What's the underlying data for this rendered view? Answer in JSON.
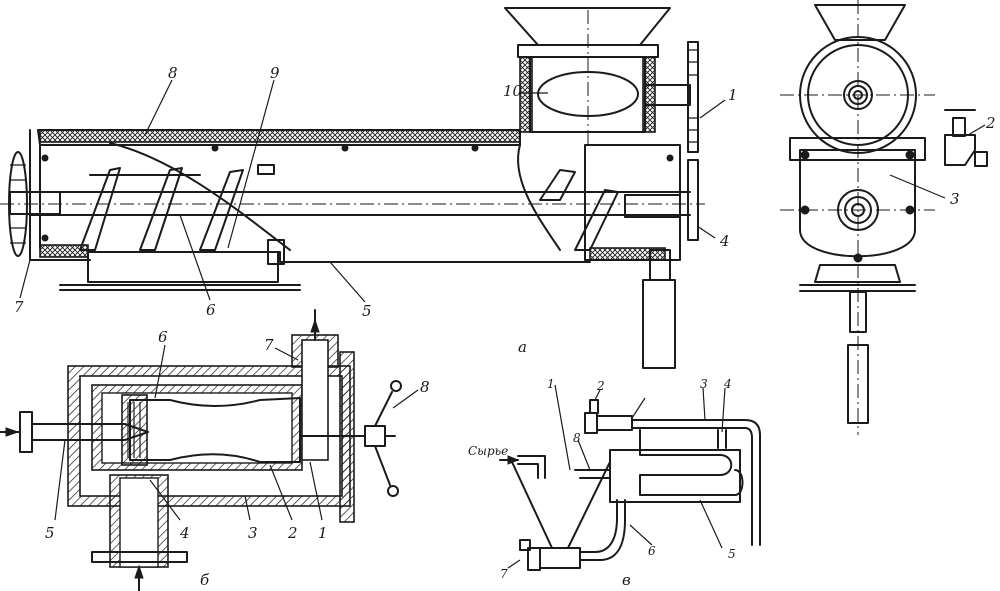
{
  "figure_a": {
    "caption": "а",
    "labels": {
      "n1": "1",
      "n2": "2",
      "n3": "3",
      "n4": "4",
      "n5": "5",
      "n6": "6",
      "n7": "7",
      "n8": "8",
      "n9": "9",
      "n10": "10"
    }
  },
  "figure_b": {
    "caption": "б",
    "labels": {
      "n1": "1",
      "n2": "2",
      "n3": "3",
      "n4": "4",
      "n5": "5",
      "n6": "6",
      "n7": "7",
      "n8": "8"
    }
  },
  "figure_c": {
    "caption": "в",
    "inlet_label": "Сырье",
    "labels": {
      "n1": "1",
      "n2": "2",
      "n3": "3",
      "n4": "4",
      "n5": "5",
      "n6": "6",
      "n7": "7",
      "n8": "8"
    }
  }
}
